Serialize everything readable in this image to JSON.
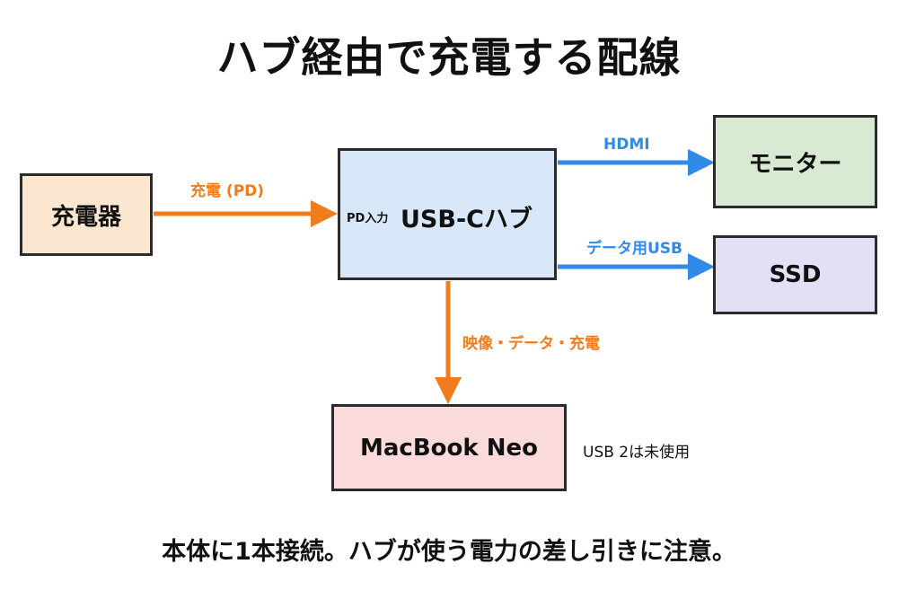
{
  "title": "ハブ経由で充電する配線",
  "nodes": {
    "charger": "充電器",
    "hub": "USB-Cハブ",
    "hub_input_label": "PD入力",
    "monitor": "モニター",
    "ssd": "SSD",
    "macbook": "MacBook Neo"
  },
  "edges": {
    "charger_to_hub": "充電 (PD)",
    "hub_to_monitor": "HDMI",
    "hub_to_ssd": "データ用USB",
    "hub_to_macbook": "映像・データ・充電"
  },
  "note": "USB 2は未使用",
  "footer": "本体に1本接続。ハブが使う電力の差し引きに注意。",
  "colors": {
    "power_arrow": "#f07c1e",
    "data_arrow": "#2f8ae8",
    "charger_fill": "#fbe7d0",
    "hub_fill": "#d8e8f8",
    "monitor_fill": "#d9ead3",
    "ssd_fill": "#e3e0f6",
    "macbook_fill": "#fadadb"
  }
}
